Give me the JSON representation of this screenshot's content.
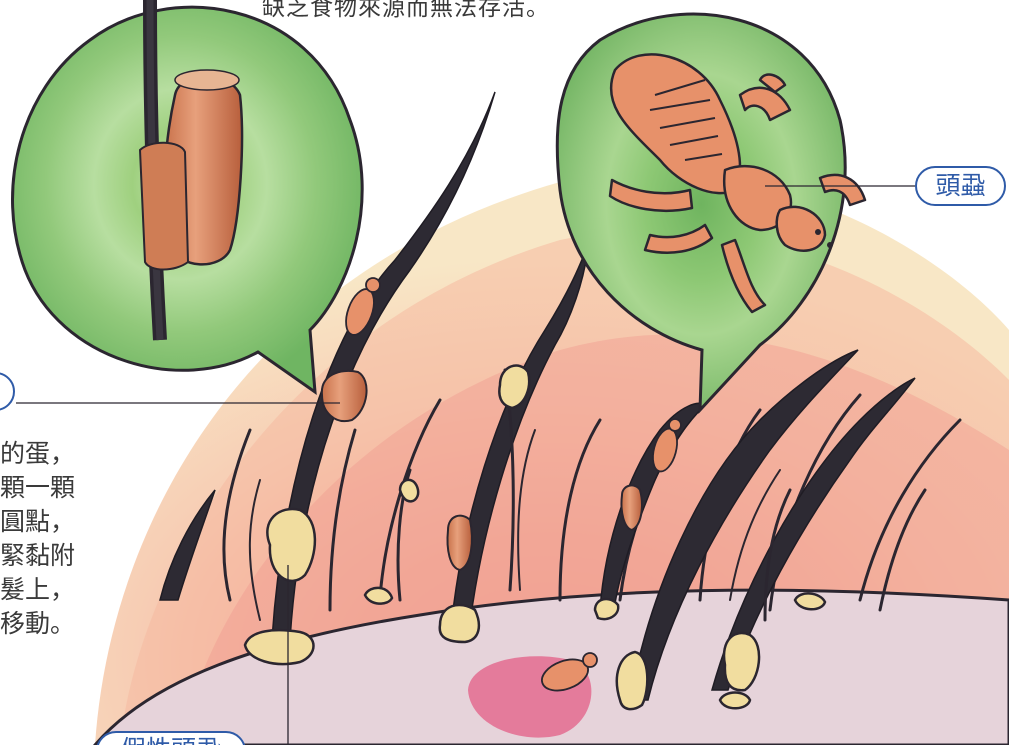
{
  "caption": {
    "top_text": "缺乏食物來源而無法存活。"
  },
  "labels": {
    "head_louse": "頭蝨",
    "fake_nit": "假性頭蝨",
    "nit_left": ""
  },
  "description": {
    "lines": [
      "的蛋，",
      "顆一顆",
      "圓點，",
      "緊黏附",
      "髮上，",
      "移動。"
    ]
  },
  "colors": {
    "hair": "#2d2a33",
    "skin_outer": "#f7e4c1",
    "skin_mid": "#f4b9a3",
    "skin_inner": "#ef9a8f",
    "scalp": "#e8d6dd",
    "bubble_green": "#8fc77b",
    "bubble_green_dark": "#5daa55",
    "louse": "#e7916a",
    "label": "#2f5ba8"
  }
}
